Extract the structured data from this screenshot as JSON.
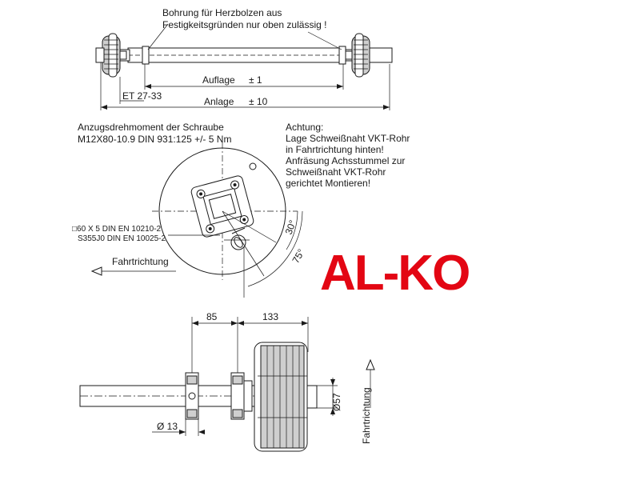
{
  "logo": {
    "text": "AL-KO",
    "color": "#e30613"
  },
  "top_view": {
    "note_line1": "Bohrung für Herzbolzen aus",
    "note_line2": "Festigkeitsgründen nur oben zulässig !",
    "auflage": "Auflage",
    "auflage_tol": "± 1",
    "et": "ET 27-33",
    "anlage": "Anlage",
    "anlage_tol": "± 10"
  },
  "side_view": {
    "torque_line1": "Anzugsdrehmoment der Schraube",
    "torque_line2": "M12X80-10.9 DIN 931:125 +/- 5 Nm",
    "note_line1": "Achtung:",
    "note_line2": "Lage Schweißnaht VKT-Rohr",
    "note_line3": "in Fahrtrichtung hinten!",
    "note_line4": "Anfräsung Achsstummel zur",
    "note_line5": "Schweißnaht VKT-Rohr",
    "note_line6": "gerichtet Montieren!",
    "tube_line1": "□60 X 5 DIN EN 10210-2",
    "tube_line2": "S355J0 DIN EN 10025-2",
    "angle_small": "30°",
    "angle_large": "75°",
    "direction": "Fahrtrichtung"
  },
  "bottom_view": {
    "dim_85": "85",
    "dim_133": "133",
    "dim_d13": "Ø 13",
    "dim_d57": "Ø57",
    "direction": "Fahrtrichtung"
  }
}
